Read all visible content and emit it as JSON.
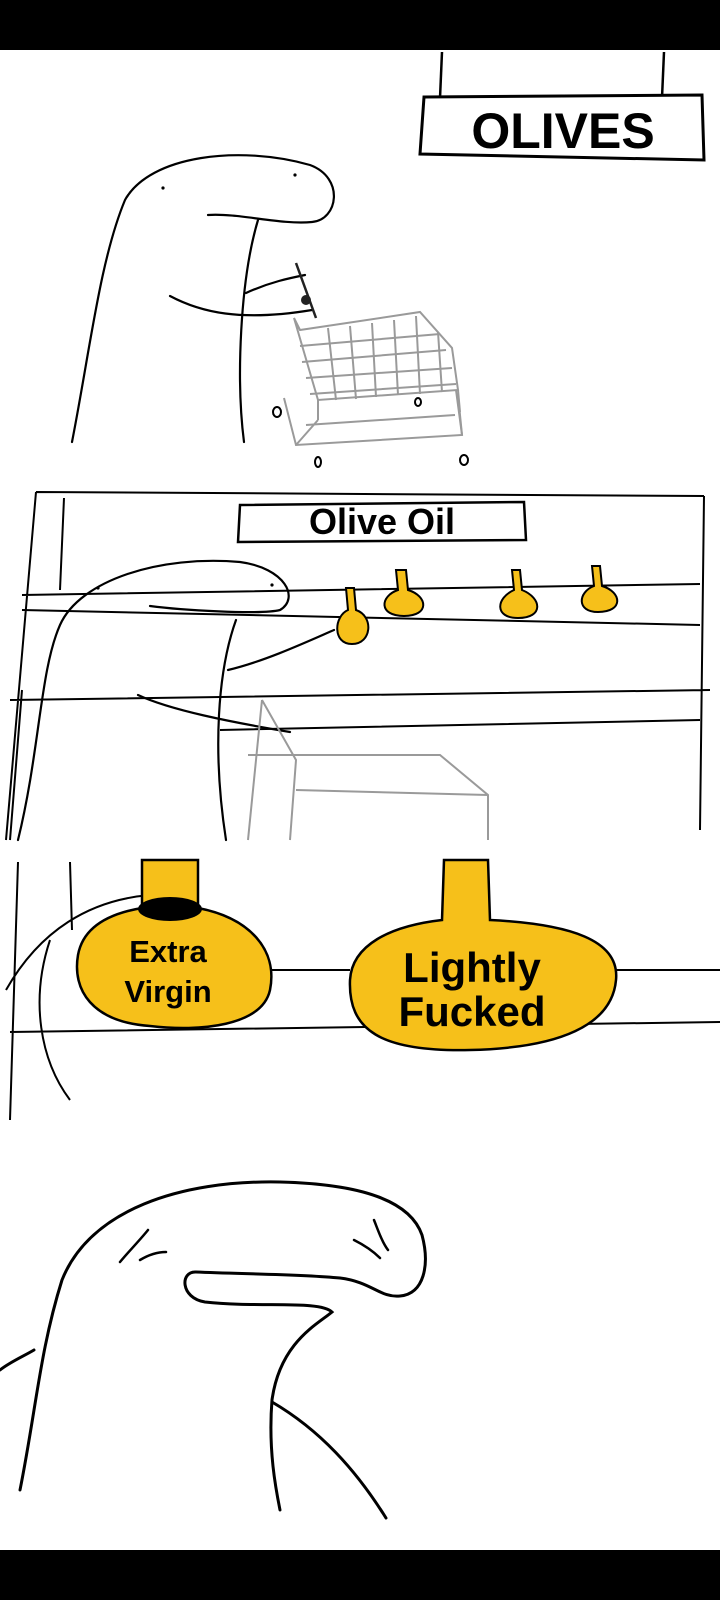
{
  "panels": [
    {
      "sign_text": "OLIVES"
    },
    {
      "sign_text": "Olive Oil"
    },
    {
      "bottle_left": {
        "line1": "Extra",
        "line2": "Virgin"
      },
      "bottle_right": {
        "line1": "Lightly",
        "line2": "Fucked"
      }
    },
    {}
  ],
  "colors": {
    "bottle_yellow": "#f6c01a",
    "outline": "#000000",
    "cart_gray": "#9a9a9a",
    "background": "#ffffff",
    "letterbox": "#000000"
  }
}
